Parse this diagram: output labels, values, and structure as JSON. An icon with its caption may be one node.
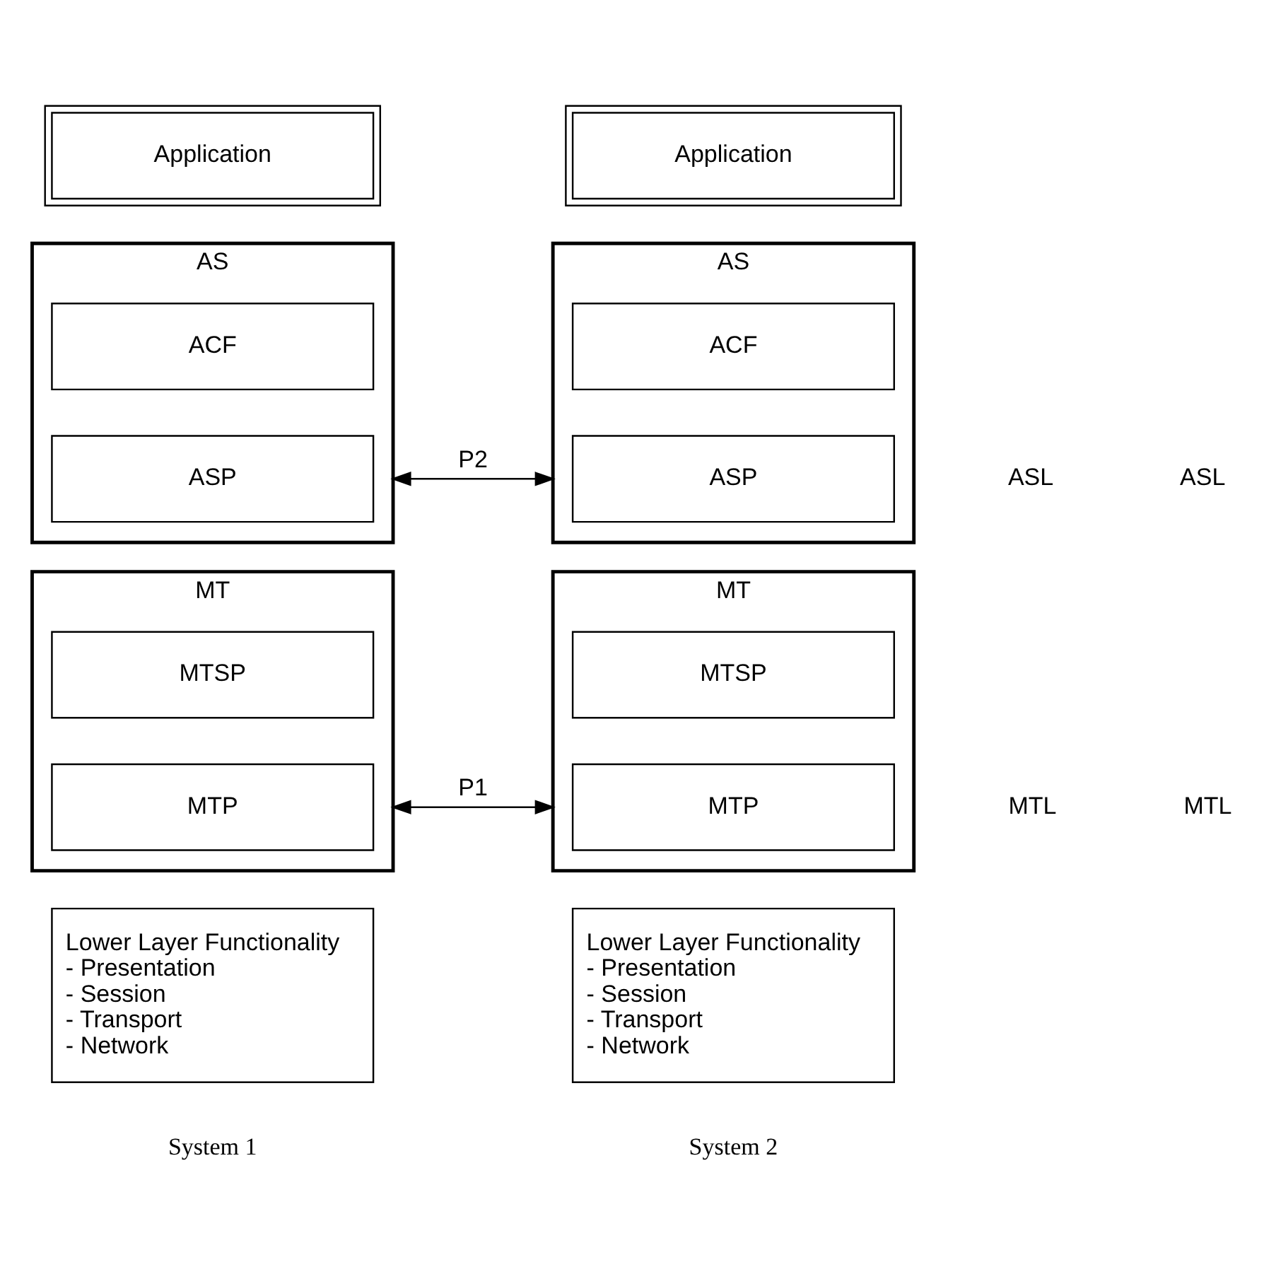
{
  "diagram": {
    "nodes": [
      {
        "text": [
          "Application"
        ]
      },
      {
        "text": [
          "AS"
        ]
      },
      {
        "text": [
          "ACF"
        ],
        "in": 1
      },
      {
        "text": [
          "ASP"
        ],
        "in": 1
      },
      {
        "text": [
          "MT"
        ]
      },
      {
        "text": [
          "MTSP"
        ],
        "in": 4
      },
      {
        "text": [
          "MTP"
        ],
        "in": 4
      },
      {
        "text": [
          "Lower Layer Functionality",
          "- Presentation",
          "- Session",
          "- Transport",
          "- Network"
        ]
      },
      {
        "text": [
          "Application"
        ]
      },
      {
        "text": [
          "AS"
        ]
      },
      {
        "text": [
          "ACF"
        ],
        "in": 9
      },
      {
        "text": [
          "ASP"
        ],
        "in": 9
      },
      {
        "text": [
          "MT"
        ]
      },
      {
        "text": [
          "MTSP"
        ],
        "in": 12
      },
      {
        "text": [
          "MTP"
        ],
        "in": 12
      },
      {
        "text": [
          "Lower Layer Functionality",
          "- Presentation",
          "- Session",
          "- Transport",
          "- Network"
        ]
      }
    ],
    "edges": [
      {
        "from": 1,
        "to": 9,
        "arrow": "both",
        "label": "P2"
      },
      {
        "from": 4,
        "to": 12,
        "arrow": "both",
        "label": "P1"
      }
    ],
    "labels": [
      "ASL",
      "MTL",
      "ASL",
      "MTL",
      "System 1",
      "System 2"
    ]
  }
}
